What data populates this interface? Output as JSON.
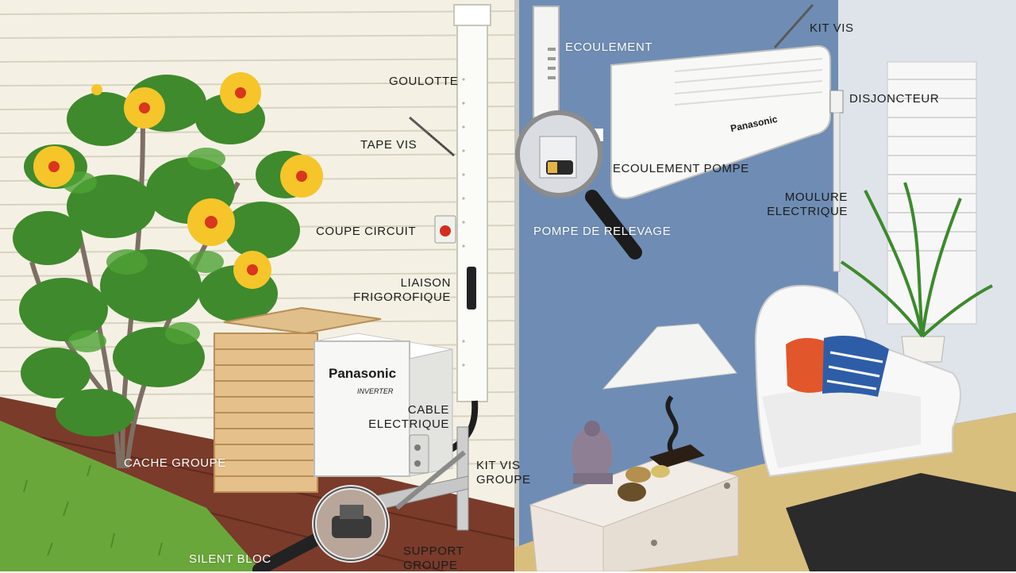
{
  "labels": {
    "goulotte": "GOULOTTE",
    "tape_vis": "TAPE VIS",
    "coupe_circuit": "COUPE CIRCUIT",
    "liaison_frigorifique": [
      "LIAISON",
      "FRIGOROFIQUE"
    ],
    "cable_electrique": [
      "CABLE",
      "ELECTRIQUE"
    ],
    "cache_groupe": "CACHE GROUPE",
    "kit_vis_groupe": [
      "KIT VIS",
      "GROUPE"
    ],
    "silent_bloc": "SILENT BLOC",
    "support_groupe": [
      "SUPPORT",
      "GROUPE"
    ],
    "ecoulement": "ECOULEMENT",
    "kit_vis": "KIT VIS",
    "disjoncteur": "DISJONCTEUR",
    "ecoulement_pompe": "ECOULEMENT POMPE",
    "pompe_de_relevage": "POMPE DE RELEVAGE",
    "moulure_electrique": [
      "MOULURE",
      "ELECTRIQUE"
    ]
  },
  "brand": {
    "indoor_unit": "Panasonic",
    "outdoor_unit": "Panasonic",
    "outdoor_sub": "INVERTER"
  },
  "colors": {
    "exterior_wall": "#f4f1e4",
    "interior_wall": "#6f8db4",
    "floor_wood": "#d9bf7e",
    "deck": "#7a3b2a",
    "grass": "#6aa73a",
    "flower": "#f5c52a",
    "foliage": "#3f8a2c"
  }
}
